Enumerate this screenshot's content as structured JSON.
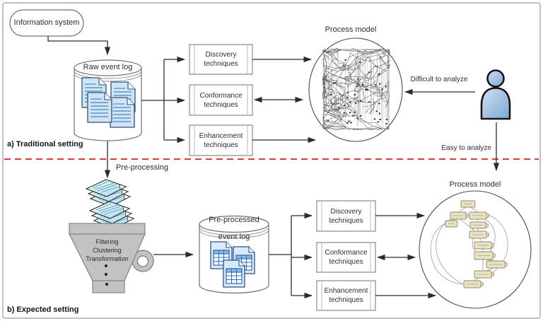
{
  "figure": {
    "sections": {
      "traditional": "a) Traditional setting",
      "expected": "b) Expected setting"
    },
    "nodes": {
      "information_system": "Information system",
      "raw_event_log": "Raw event log",
      "preprocessed_log_line1": "Pre-processed",
      "preprocessed_log_line2": "event log",
      "process_model_top": "Process model",
      "process_model_bottom": "Process model"
    },
    "funnel": {
      "step1": "Filtering",
      "step2": "Clustering",
      "step3": "Transformation"
    },
    "flow_labels": {
      "preprocessing": "Pre-processing",
      "difficult": "Difficult to analyze",
      "easy": "Easy to analyze"
    },
    "techniques": [
      {
        "line1": "Discovery",
        "line2": "techniques"
      },
      {
        "line1": "Conformance",
        "line2": "techniques"
      },
      {
        "line1": "Enhancement",
        "line2": "techniques"
      }
    ],
    "colors": {
      "divider_red": "#c00000",
      "document_blue": "#cfe5f6",
      "funnel_gray": "#c2c2c2",
      "person_blue": "#9dbfe4",
      "model_box_beige": "#e9e3c4",
      "line_dark": "#2b2b2b"
    }
  }
}
